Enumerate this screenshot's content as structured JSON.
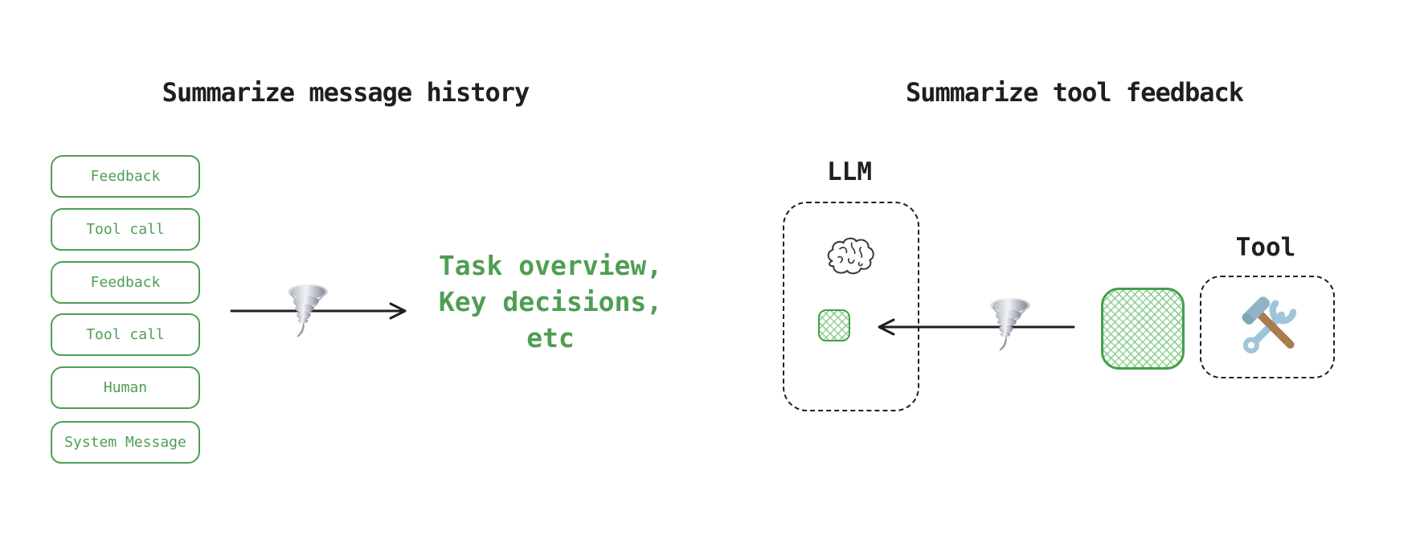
{
  "palette": {
    "green": "#4f9e53",
    "green_border": "#44a049",
    "green_hatch": "#81c784",
    "ink": "#1f1f1f",
    "background": "#ffffff"
  },
  "icons": {
    "transform": "tornado-icon",
    "llm_brain": "brain-icon",
    "tools": "hammer-wrench-icon"
  },
  "left_diagram": {
    "title": "Summarize message history",
    "message_stack": [
      {
        "label": "Feedback"
      },
      {
        "label": "Tool call"
      },
      {
        "label": "Feedback"
      },
      {
        "label": "Tool call"
      },
      {
        "label": "Human"
      },
      {
        "label": "System Message"
      }
    ],
    "summary_lines": [
      "Task overview,",
      "Key decisions,",
      "etc"
    ]
  },
  "right_diagram": {
    "title": "Summarize tool feedback",
    "llm": {
      "label": "LLM"
    },
    "tool": {
      "label": "Tool"
    }
  }
}
